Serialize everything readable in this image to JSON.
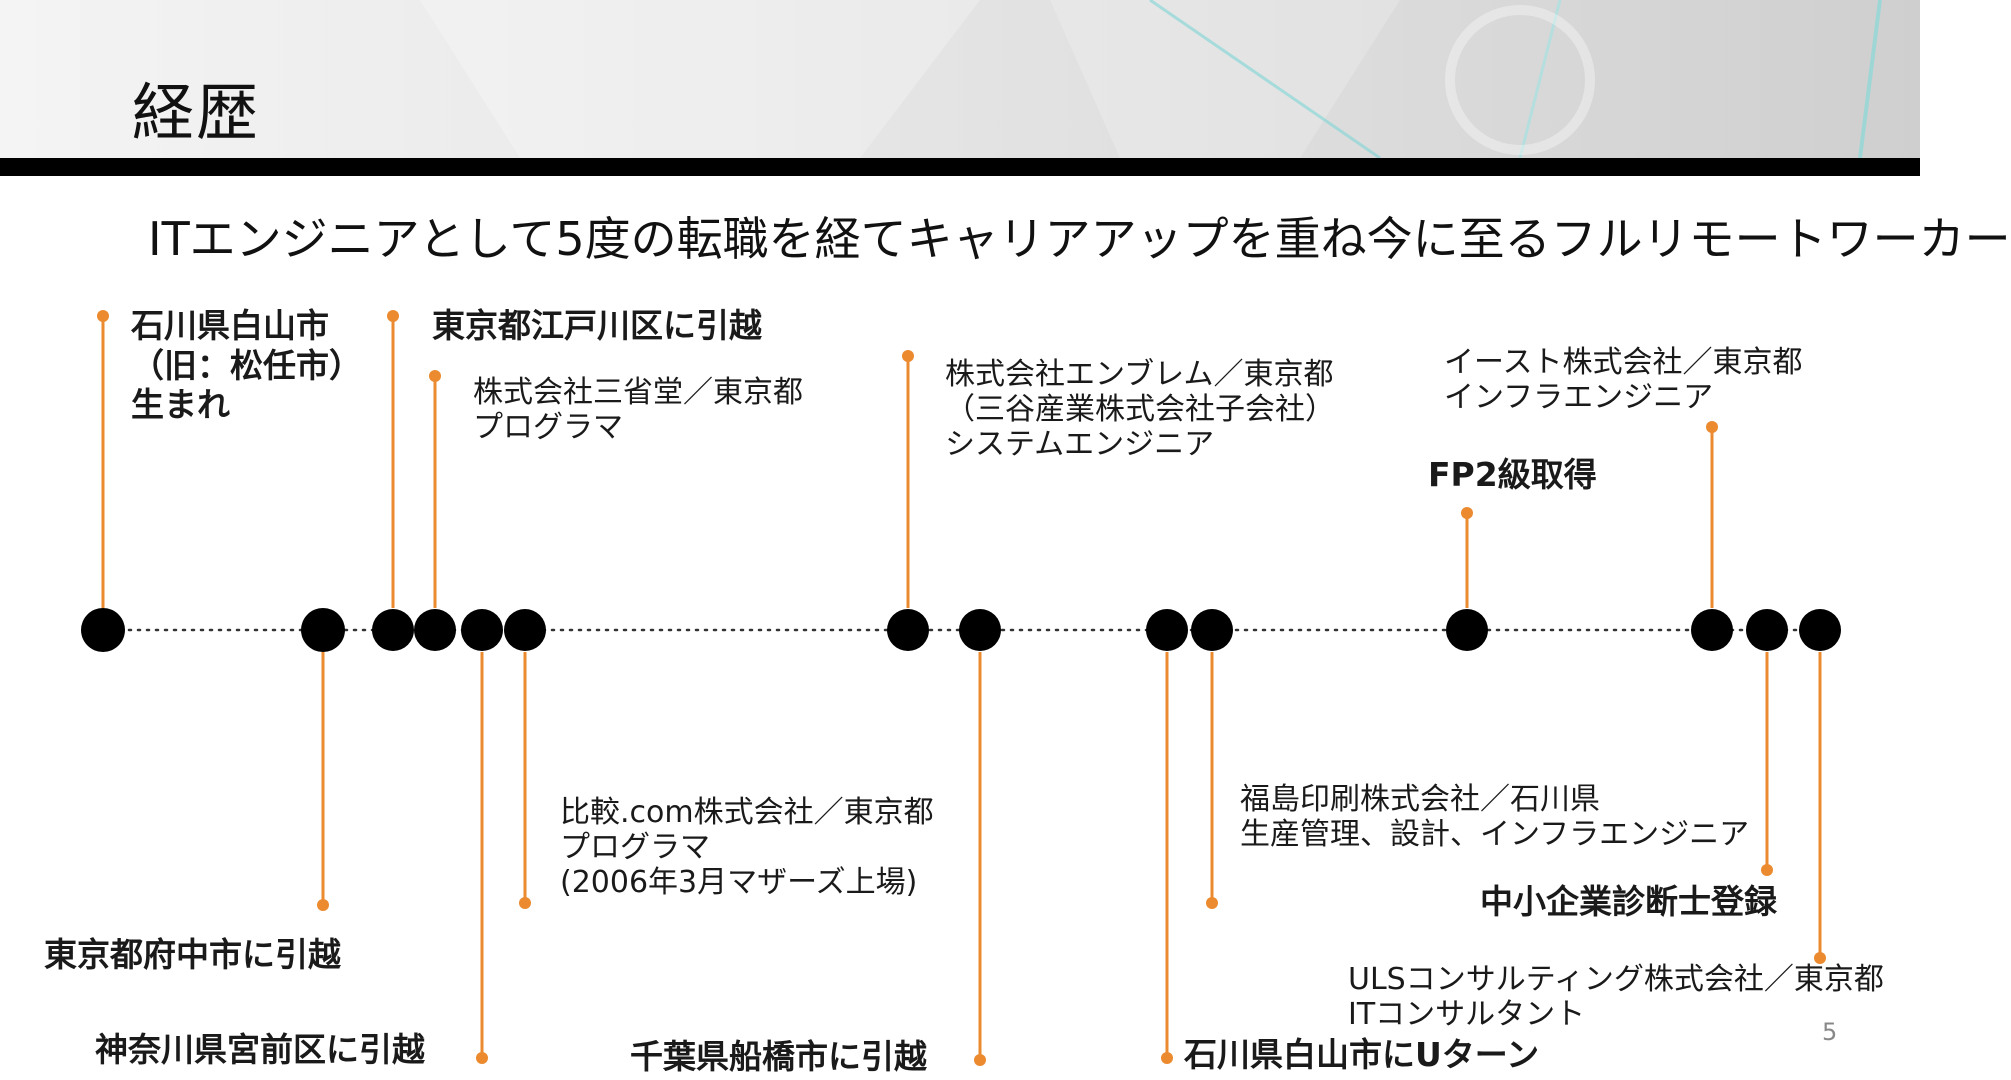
{
  "title": "経歴",
  "subtitle": "ITエンジニアとして5度の転職を経てキャリアアップを重ね今に至るフルリモートワーカー",
  "page_number": "5",
  "colors": {
    "accent": "#EB8A2F",
    "node": "#000000",
    "text": "#1a1a1a"
  },
  "events": [
    {
      "lines": [
        "石川県白山市",
        "（旧：松任市）",
        "生まれ"
      ]
    },
    {
      "lines": [
        "東京都府中市に引越"
      ]
    },
    {
      "lines": [
        "東京都江戸川区に引越"
      ]
    },
    {
      "lines": [
        "株式会社三省堂／東京都",
        "プログラマ"
      ]
    },
    {
      "lines": [
        "神奈川県宮前区に引越"
      ]
    },
    {
      "lines": [
        "比較.com株式会社／東京都",
        "プログラマ",
        "(2006年3月マザーズ上場)"
      ]
    },
    {
      "lines": [
        "株式会社エンブレム／東京都",
        "（三谷産業株式会社子会社）",
        "システムエンジニア"
      ]
    },
    {
      "lines": [
        "千葉県船橋市に引越"
      ]
    },
    {
      "lines": [
        "石川県白山市にUターン"
      ]
    },
    {
      "lines": [
        "福島印刷株式会社／石川県",
        "生産管理、設計、インフラエンジニア"
      ]
    },
    {
      "lines": [
        "FP2級取得"
      ]
    },
    {
      "lines": [
        "イースト株式会社／東京都",
        "インフラエンジニア"
      ]
    },
    {
      "lines": [
        "中小企業診断士登録"
      ]
    },
    {
      "lines": [
        "ULSコンサルティング株式会社／東京都",
        "ITコンサルタント"
      ]
    }
  ]
}
